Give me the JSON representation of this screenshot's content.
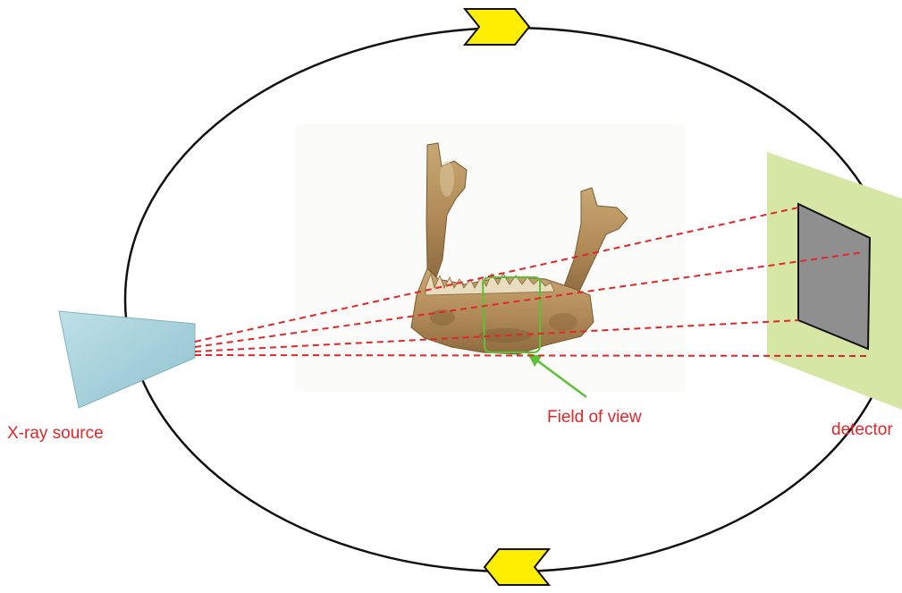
{
  "labels": {
    "xray_source": "X-ray source",
    "field_of_view": "Field of view",
    "detector": "detector"
  },
  "colors": {
    "orbit": "#111111",
    "arrow": "#ffee00",
    "beam": "#e2262a",
    "label_text": "#e2262a",
    "fov_marker": "#5bc236",
    "detector_panel": "#d6e6a4",
    "detector_sensor": "#8f8f8f",
    "source_block": "#a9d4de",
    "bone": "#b18a56"
  },
  "icons": {
    "top_arrow": "chevron-right-arrow-icon",
    "bottom_arrow": "chevron-left-arrow-icon"
  }
}
